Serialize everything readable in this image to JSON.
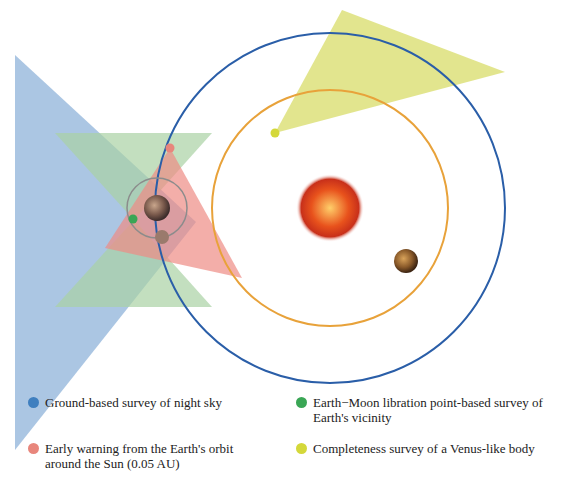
{
  "diagram": {
    "legend": [
      {
        "text": "Ground-based survey of night sky",
        "color": "#3f7fbf"
      },
      {
        "text": "Earth−Moon libration point-based survey of Earth's vicinity",
        "color": "#3aa655"
      },
      {
        "text": "Early warning from the Earth's orbit around the Sun (0.05 AU)",
        "color": "#e8867c"
      },
      {
        "text": "Completeness survey of a Venus-like body",
        "color": "#d4d83a"
      }
    ]
  }
}
